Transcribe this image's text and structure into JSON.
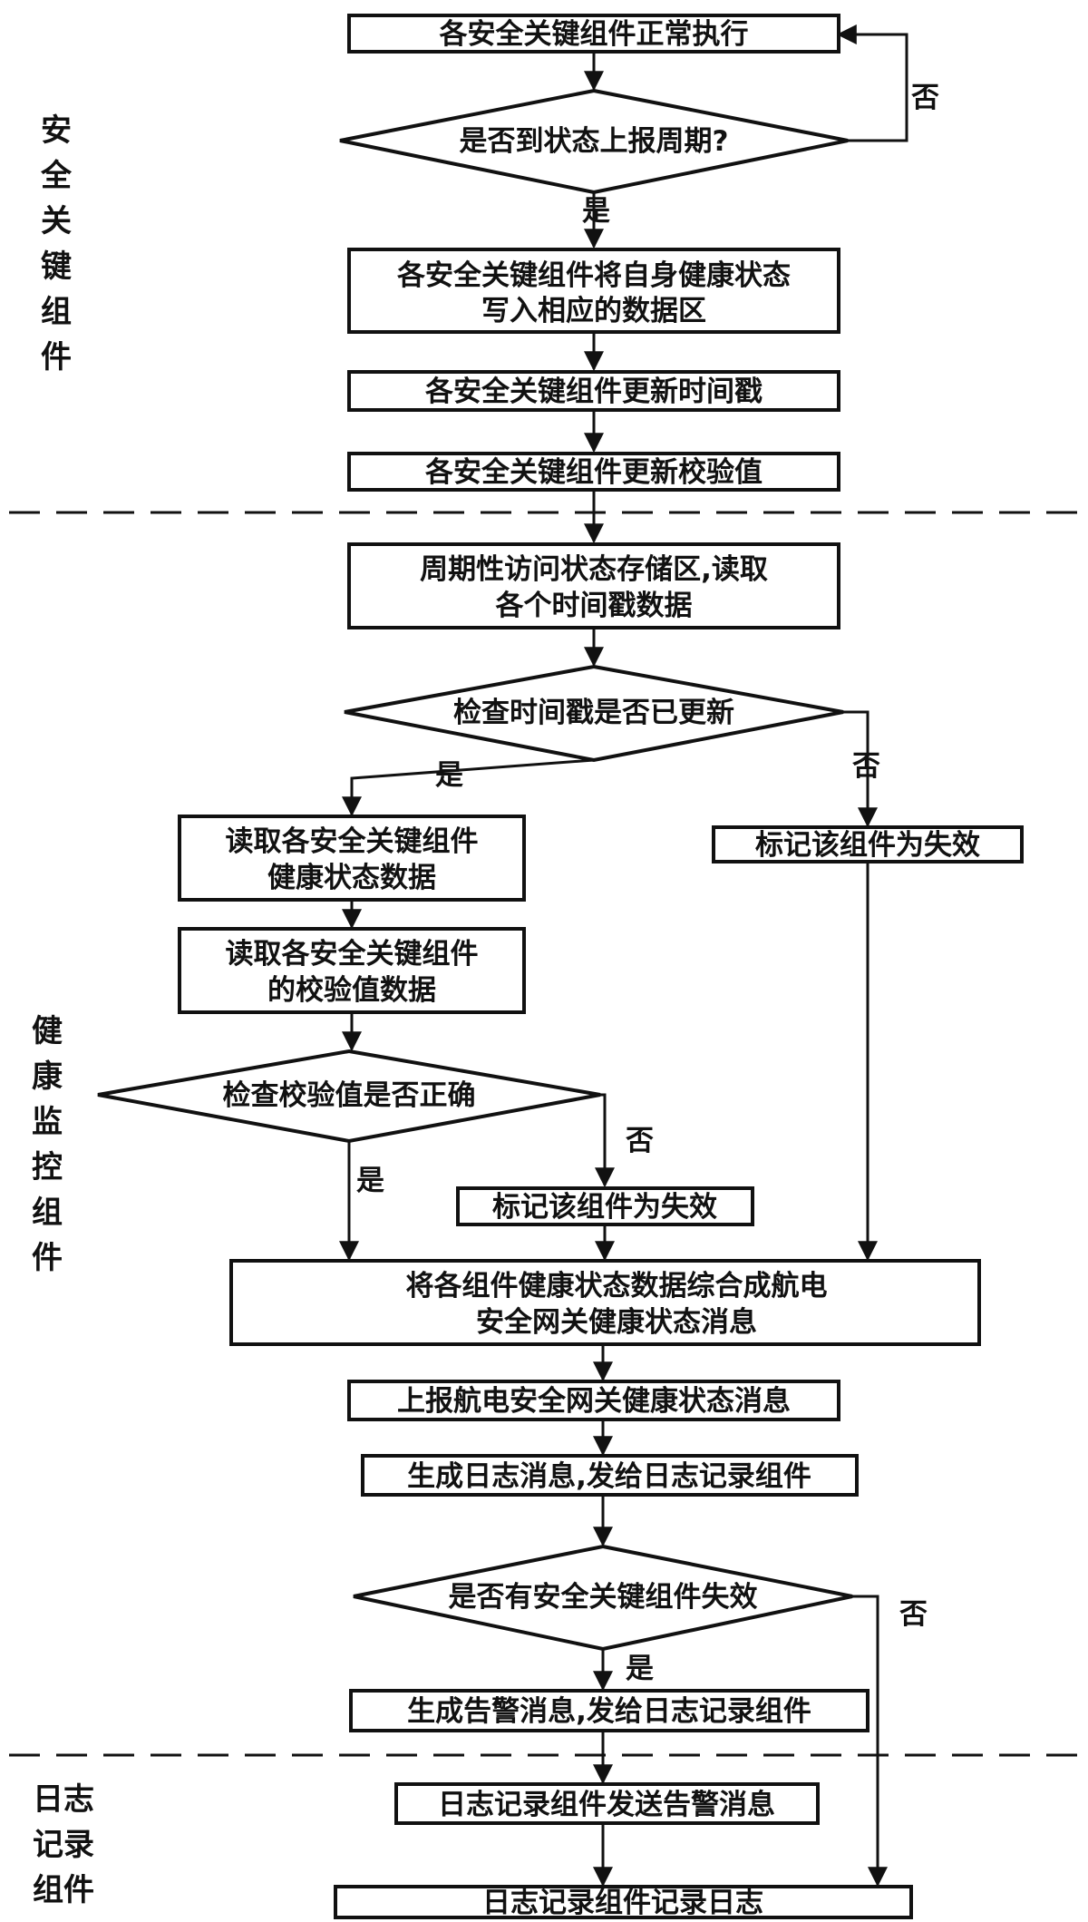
{
  "lanes": {
    "safety": [
      "安",
      "全",
      "关",
      "键",
      "组",
      "件"
    ],
    "health": [
      "健",
      "康",
      "监",
      "控",
      "组",
      "件"
    ],
    "log": [
      "日志",
      "记录",
      "组件"
    ]
  },
  "nodes": {
    "n1": "各安全关键组件正常执行",
    "d1": "是否到状态上报周期?",
    "n2": [
      "各安全关键组件将自身健康状态",
      "写入相应的数据区"
    ],
    "n3": "各安全关键组件更新时间戳",
    "n4": "各安全关键组件更新校验值",
    "n5": [
      "周期性访问状态存储区,读取",
      "各个时间戳数据"
    ],
    "d2": "检查时间戳是否已更新",
    "n6": [
      "读取各安全关键组件",
      "健康状态数据"
    ],
    "n7": "标记该组件为失效",
    "n8": [
      "读取各安全关键组件",
      "的校验值数据"
    ],
    "d3": "检查校验值是否正确",
    "n9": "标记该组件为失效",
    "n10": [
      "将各组件健康状态数据综合成航电",
      "安全网关健康状态消息"
    ],
    "n11": "上报航电安全网关健康状态消息",
    "n12": "生成日志消息,发给日志记录组件",
    "d4": "是否有安全关键组件失效",
    "n13": "生成告警消息,发给日志记录组件",
    "n14": "日志记录组件发送告警消息",
    "n15": "日志记录组件记录日志"
  },
  "edge_labels": {
    "d1_no": "否",
    "d1_yes": "是",
    "d2_yes": "是",
    "d2_no": "否",
    "d3_no": "否",
    "d3_yes": "是",
    "d4_yes": "是",
    "d4_no": "否"
  }
}
